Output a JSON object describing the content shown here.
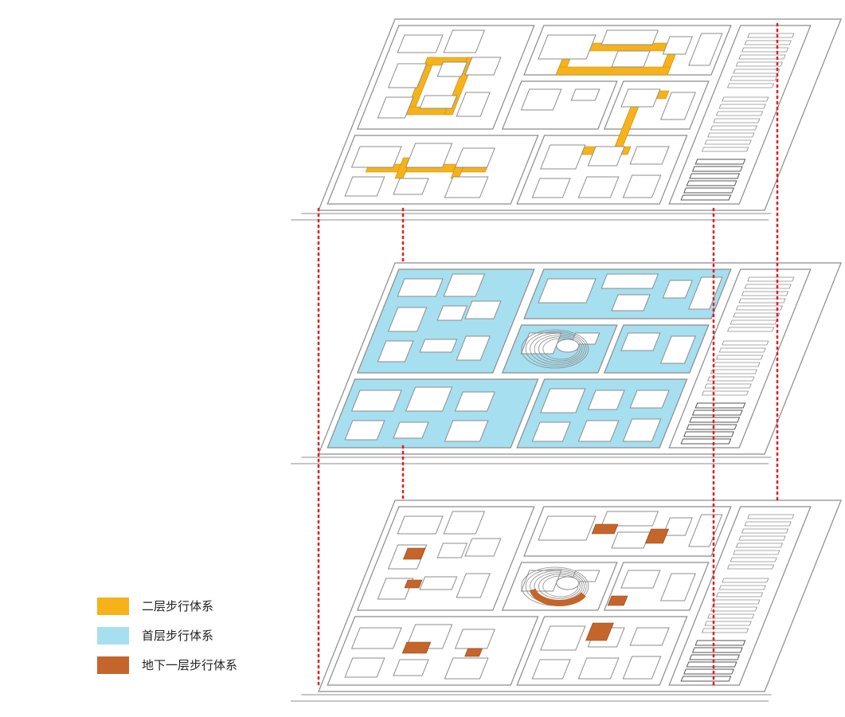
{
  "legend": {
    "items": [
      {
        "label": "二层步行体系",
        "color": "#F5B21A"
      },
      {
        "label": "首层步行体系",
        "color": "#A6DFEF"
      },
      {
        "label": "地下一层步行体系",
        "color": "#C4662B"
      }
    ]
  },
  "colors": {
    "line": "#8c8c8c",
    "connector": "#e02020",
    "building_fill": "#ffffff"
  }
}
